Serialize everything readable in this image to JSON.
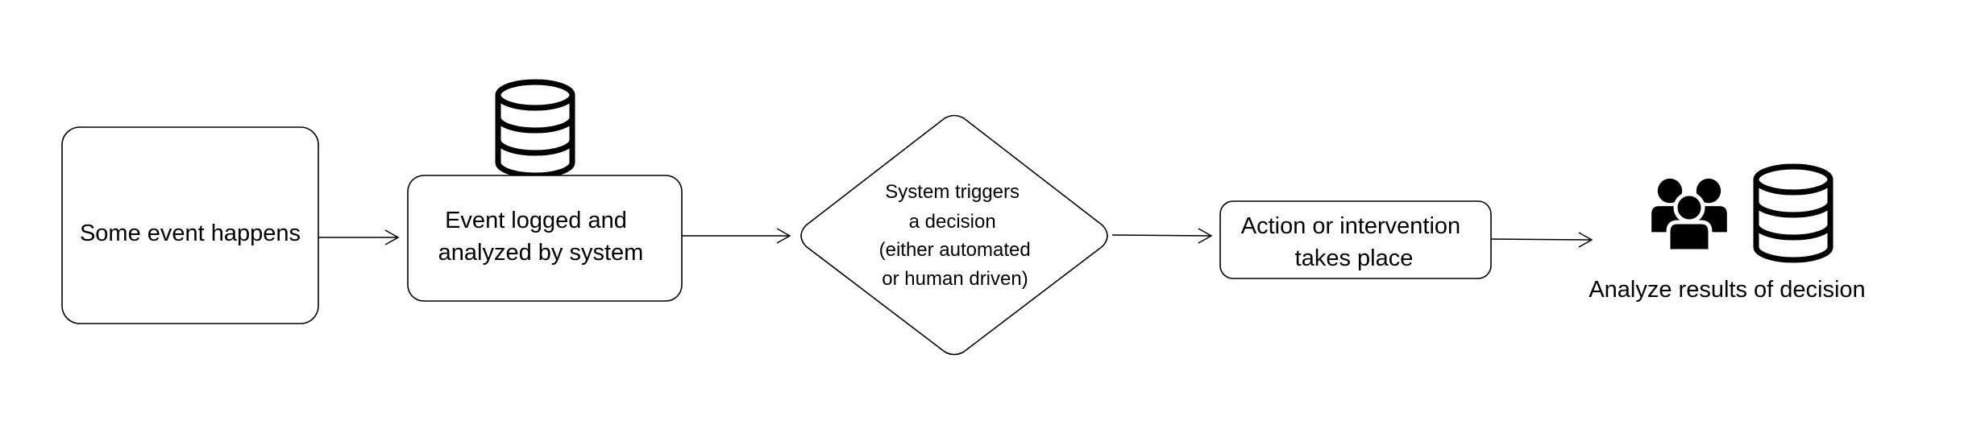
{
  "diagram": {
    "stroke_color": "#000000",
    "background": "#ffffff",
    "nodes": {
      "event": {
        "lines": [
          "Some event happens"
        ]
      },
      "logged": {
        "lines": [
          "Event logged and",
          "analyzed by system"
        ]
      },
      "decision": {
        "lines": [
          "System triggers",
          "a decision",
          "(either automated",
          "or human driven)"
        ]
      },
      "action": {
        "lines": [
          "Action or intervention",
          "takes place"
        ]
      },
      "analyze": {
        "lines": [
          "Analyze results of decision"
        ]
      }
    },
    "icons": {
      "logged_icon": "database-icon",
      "analyze_icon_people": "users-group-icon",
      "analyze_icon_db": "database-icon"
    }
  }
}
